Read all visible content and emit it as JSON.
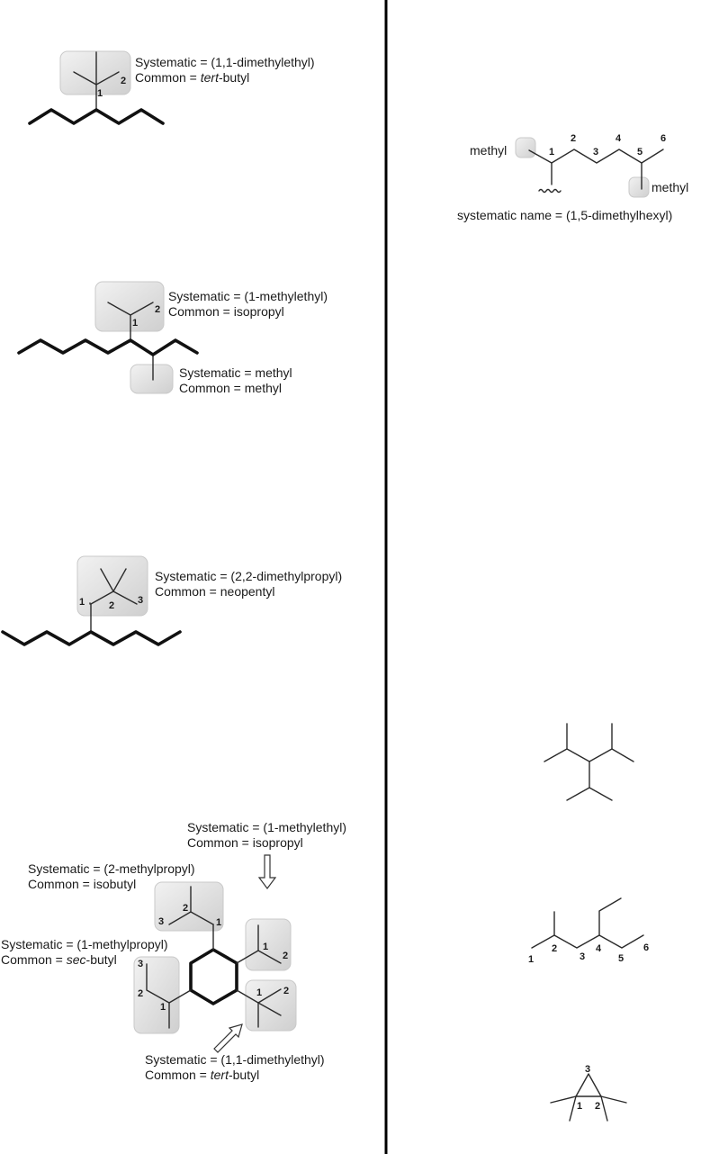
{
  "figure": {
    "left_panel": {
      "example_1": {
        "systematic": "Systematic = (1,1-dimethylethyl)",
        "common_prefix": "Common = ",
        "common_italic": "tert",
        "common_suffix": "-butyl",
        "numbers": [
          "1",
          "2"
        ]
      },
      "example_2": {
        "group_a": {
          "systematic": "Systematic = (1-methylethyl)",
          "common": "Common = isopropyl",
          "numbers": [
            "1",
            "2"
          ]
        },
        "group_b": {
          "systematic": "Systematic = methyl",
          "common": "Common = methyl"
        }
      },
      "example_3": {
        "systematic": "Systematic = (2,2-dimethylpropyl)",
        "common": "Common = neopentyl",
        "numbers": [
          "1",
          "2",
          "3"
        ]
      },
      "example_4": {
        "isopropyl": {
          "systematic": "Systematic = (1-methylethyl)",
          "common": "Common = isopropyl",
          "numbers": [
            "1",
            "2"
          ]
        },
        "isobutyl": {
          "systematic": "Systematic = (2-methylpropyl)",
          "common": "Common = isobutyl",
          "numbers": [
            "1",
            "2",
            "3"
          ]
        },
        "sec_butyl": {
          "systematic": "Systematic = (1-methylpropyl)",
          "common_prefix": "Common = ",
          "common_italic": "sec",
          "common_suffix": "-butyl",
          "numbers": [
            "1",
            "2",
            "3"
          ]
        },
        "tert_butyl": {
          "systematic": "Systematic = (1,1-dimethylethyl)",
          "common_prefix": "Common = ",
          "common_italic": "tert",
          "common_suffix": "-butyl",
          "numbers": [
            "1",
            "2"
          ]
        }
      }
    },
    "right_panel": {
      "example_1": {
        "left_label": "methyl",
        "right_label": "methyl",
        "numbers": [
          "1",
          "2",
          "3",
          "4",
          "5",
          "6"
        ],
        "caption": "systematic name = (1,5-dimethylhexyl)"
      },
      "example_3": {
        "numbers": [
          "1",
          "2",
          "3",
          "4",
          "5",
          "6"
        ]
      },
      "example_4": {
        "numbers": [
          "1",
          "2",
          "3"
        ]
      }
    }
  }
}
